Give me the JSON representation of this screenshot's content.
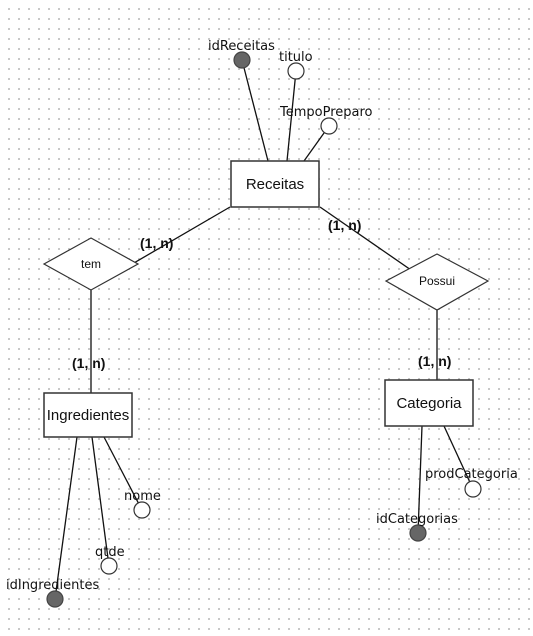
{
  "entities": {
    "receitas": "Receitas",
    "ingredientes": "Ingredientes",
    "categoria": "Categoria"
  },
  "relationships": {
    "tem": "tem",
    "possui": "Possui"
  },
  "attributes": {
    "idReceitas": "idReceitas",
    "titulo": "titulo",
    "tempoPreparo": "TempoPreparo",
    "nome": "nome",
    "qtde": "qtde",
    "idIngredientes": "idIngredientes",
    "prodCategoria": "prodCategoria",
    "idCategorias": "idCategorias"
  },
  "cardinalities": {
    "receitas_tem": "(1, n)",
    "receitas_possui": "(1, n)",
    "tem_ingredientes": "(1, n)",
    "possui_categoria": "(1, n)"
  },
  "key_attributes": [
    "idReceitas",
    "idIngredientes",
    "idCategorias"
  ],
  "colors": {
    "key_fill": "#666666",
    "stroke": "#333333",
    "grid_dot": "#c4c4c4"
  }
}
